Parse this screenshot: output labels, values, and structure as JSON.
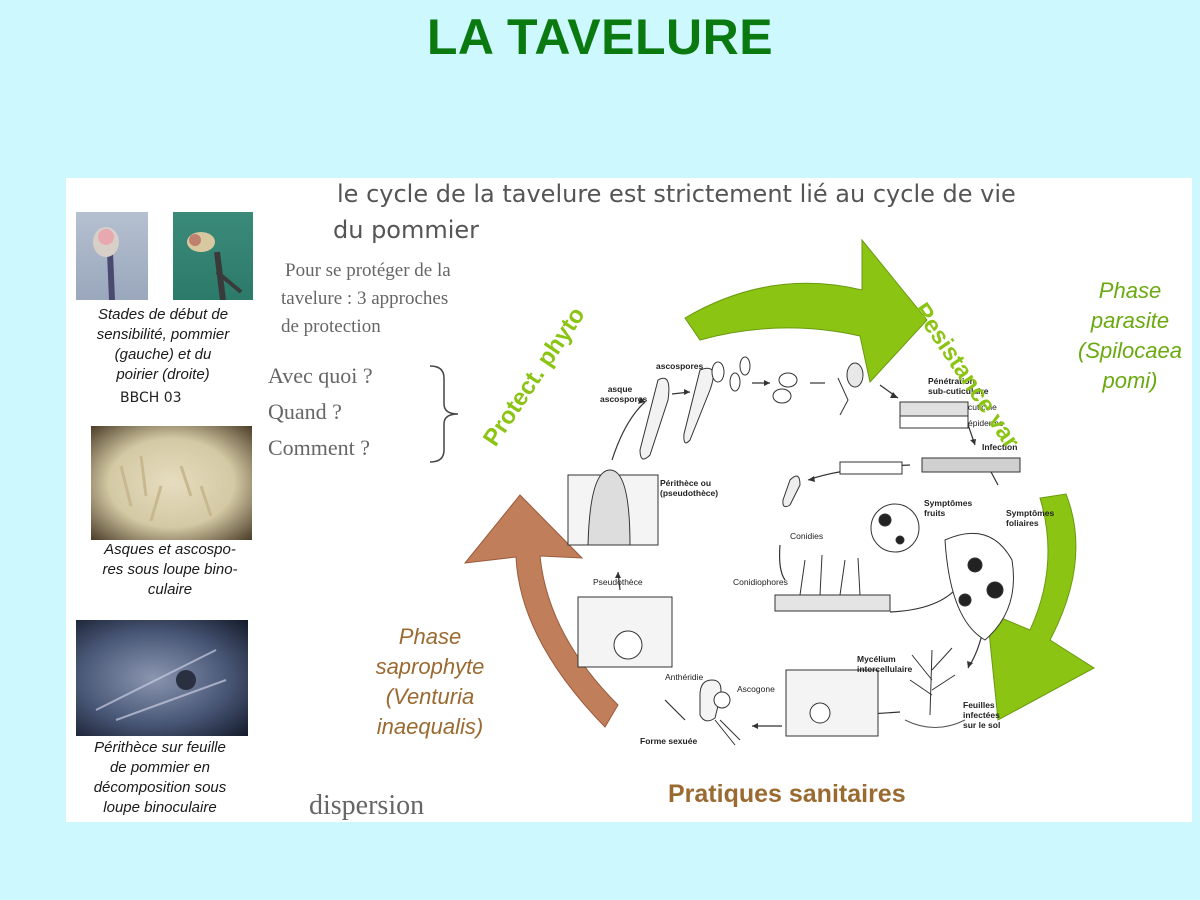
{
  "title": "LA TAVELURE",
  "intro_line1": "le cycle de la tavelure est strictement lié au cycle de vie",
  "intro_line2": "du pommier",
  "protection": {
    "line1": "Pour se protéger de la",
    "line2": "tavelure : 3 approches",
    "line3": "de protection"
  },
  "questions": [
    "Avec quoi ?",
    "Quand ?",
    "Comment ?"
  ],
  "left_captions": {
    "stades": [
      "Stades de début de",
      "sensibilité, pommier",
      "(gauche) et du",
      "poirier (droite)"
    ],
    "bbch": "BBCH 03",
    "asques": [
      "Asques et ascospo-",
      "res sous loupe bino-",
      "culaire"
    ],
    "perithece": [
      "Périthèce sur feuille",
      "de pommier en",
      "décomposition sous",
      "loupe binoculaire"
    ]
  },
  "arrows": {
    "protect": "Protect. phyto",
    "resistance": "Resistance var",
    "pratiques": "Pratiques sanitaires"
  },
  "phase_parasite": [
    "Phase",
    "parasite",
    "(Spilocaea",
    "pomi)"
  ],
  "phase_saprophyte": [
    "Phase",
    "saprophyte",
    "(Venturia",
    "inaequalis)"
  ],
  "dispersion": "dispersion",
  "cycle_labels": {
    "ascospores": "ascospores",
    "asque1": "asque",
    "asque2": "ascospores",
    "penetration1": "Pénétration",
    "penetration2": "sub-cuticulaire",
    "cuticule": "cuticule",
    "epiderme": "épiderme",
    "infection": "Infection",
    "symptomes_fruits1": "Symptômes",
    "symptomes_fruits2": "fruits",
    "symptomes_foliaires1": "Symptômes",
    "symptomes_foliaires2": "foliaires",
    "conidies": "Conidies",
    "conidiophores": "Conidiophores",
    "perithece1": "Périthèce ou",
    "perithece2": "(pseudothèce)",
    "pseudothece": "Pseudothèce",
    "antheridie": "Anthéridie",
    "ascogone": "Ascogone",
    "forme_sexuee": "Forme sexuée",
    "mycelium1": "Mycélium",
    "mycelium2": "intercellulaire",
    "feuilles1": "Feuilles",
    "feuilles2": "infectées",
    "feuilles3": "sur le sol"
  },
  "colors": {
    "title": "#0a7a10",
    "green_arrow": "#8cc414",
    "brown_arrow": "#c07e5a",
    "background": "#ccf8fe"
  }
}
